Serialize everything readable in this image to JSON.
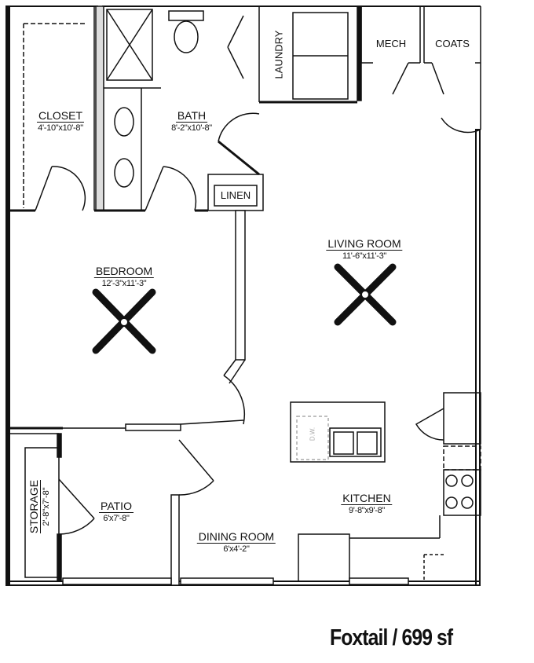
{
  "plan_name": "Foxtail / 699 sf",
  "rooms": {
    "closet": {
      "name": "CLOSET",
      "dims": "4'-10\"x10'-8\""
    },
    "bath": {
      "name": "BATH",
      "dims": "8'-2\"x10'-8\""
    },
    "laundry": {
      "name": "LAUNDRY"
    },
    "mech": {
      "name": "MECH"
    },
    "coats": {
      "name": "COATS"
    },
    "linen": {
      "name": "LINEN"
    },
    "living_room": {
      "name": "LIVING ROOM",
      "dims": "11'-6\"x11'-3\""
    },
    "bedroom": {
      "name": "BEDROOM",
      "dims": "12'-3\"x11'-3\""
    },
    "storage": {
      "name": "STORAGE",
      "dims": "2'-8\"x7'-8\""
    },
    "patio": {
      "name": "PATIO",
      "dims": "6'x7'-8\""
    },
    "kitchen": {
      "name": "KITCHEN",
      "dims": "9'-8\"x9'-8\""
    },
    "dining_room": {
      "name": "DINING ROOM",
      "dims": "6'x4'-2\""
    }
  },
  "fixtures": {
    "dishwasher": "D.W."
  }
}
